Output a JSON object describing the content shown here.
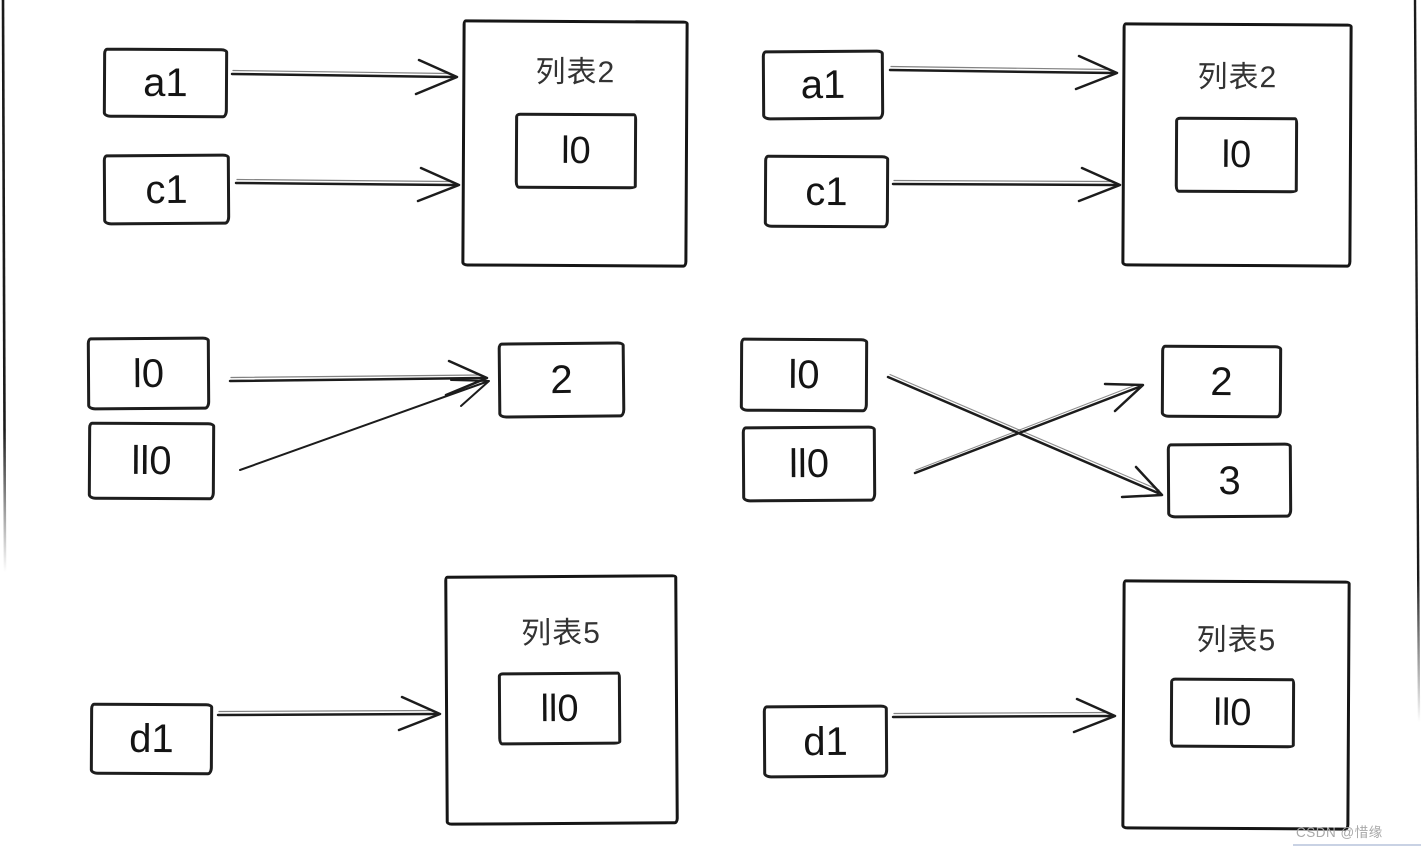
{
  "watermark": "CSDN @惜缘",
  "colors": {
    "ink": "#1c1c1c",
    "title": "#333333",
    "watermark": "#a8a8a8",
    "divider": "#c9d2e4"
  },
  "left": {
    "top": {
      "sources": [
        "a1",
        "c1"
      ],
      "list": {
        "title": "列表2",
        "item": "l0"
      },
      "edges": [
        {
          "from": "a1",
          "to": "列表2"
        },
        {
          "from": "c1",
          "to": "列表2"
        }
      ]
    },
    "middle": {
      "sources": [
        "l0",
        "ll0"
      ],
      "targets": [
        "2"
      ],
      "edges": [
        {
          "from": "l0",
          "to": "2"
        },
        {
          "from": "ll0",
          "to": "2"
        }
      ]
    },
    "bottom": {
      "sources": [
        "d1"
      ],
      "list": {
        "title": "列表5",
        "item": "ll0"
      },
      "edges": [
        {
          "from": "d1",
          "to": "列表5"
        }
      ]
    }
  },
  "right": {
    "top": {
      "sources": [
        "a1",
        "c1"
      ],
      "list": {
        "title": "列表2",
        "item": "l0"
      },
      "edges": [
        {
          "from": "a1",
          "to": "列表2"
        },
        {
          "from": "c1",
          "to": "列表2"
        }
      ]
    },
    "middle": {
      "sources": [
        "l0",
        "ll0"
      ],
      "targets": [
        "2",
        "3"
      ],
      "edges": [
        {
          "from": "l0",
          "to": "3"
        },
        {
          "from": "ll0",
          "to": "2"
        }
      ]
    },
    "bottom": {
      "sources": [
        "d1"
      ],
      "list": {
        "title": "列表5",
        "item": "ll0"
      },
      "edges": [
        {
          "from": "d1",
          "to": "列表5"
        }
      ]
    }
  }
}
